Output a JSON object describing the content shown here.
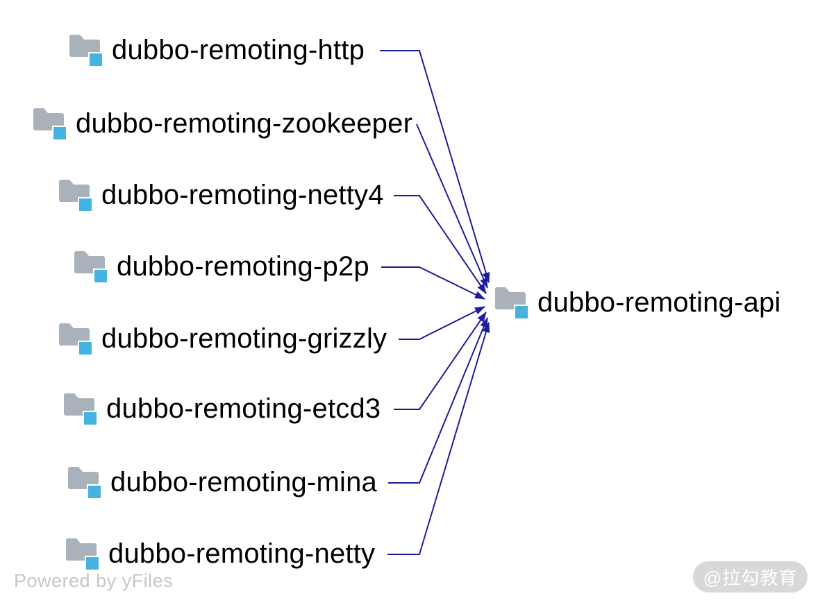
{
  "diagram": {
    "type": "dependency-graph",
    "target_node": "dubbo-remoting-api",
    "nodes": [
      {
        "label": "dubbo-remoting-http"
      },
      {
        "label": "dubbo-remoting-zookeeper"
      },
      {
        "label": "dubbo-remoting-netty4"
      },
      {
        "label": "dubbo-remoting-p2p"
      },
      {
        "label": "dubbo-remoting-grizzly"
      },
      {
        "label": "dubbo-remoting-etcd3"
      },
      {
        "label": "dubbo-remoting-mina"
      },
      {
        "label": "dubbo-remoting-netty"
      },
      {
        "label": "dubbo-remoting-api"
      }
    ],
    "edges": [
      {
        "from": "dubbo-remoting-http",
        "to": "dubbo-remoting-api"
      },
      {
        "from": "dubbo-remoting-zookeeper",
        "to": "dubbo-remoting-api"
      },
      {
        "from": "dubbo-remoting-netty4",
        "to": "dubbo-remoting-api"
      },
      {
        "from": "dubbo-remoting-p2p",
        "to": "dubbo-remoting-api"
      },
      {
        "from": "dubbo-remoting-grizzly",
        "to": "dubbo-remoting-api"
      },
      {
        "from": "dubbo-remoting-etcd3",
        "to": "dubbo-remoting-api"
      },
      {
        "from": "dubbo-remoting-mina",
        "to": "dubbo-remoting-api"
      },
      {
        "from": "dubbo-remoting-netty",
        "to": "dubbo-remoting-api"
      }
    ],
    "colors": {
      "edge": "#1c1c9c",
      "folder": "#a9b2ba",
      "folder_badge": "#45b3e0",
      "label_text": "#000000"
    }
  },
  "watermarks": {
    "powered_by": "Powered by yFiles",
    "brand_badge": "@拉勾教育"
  }
}
